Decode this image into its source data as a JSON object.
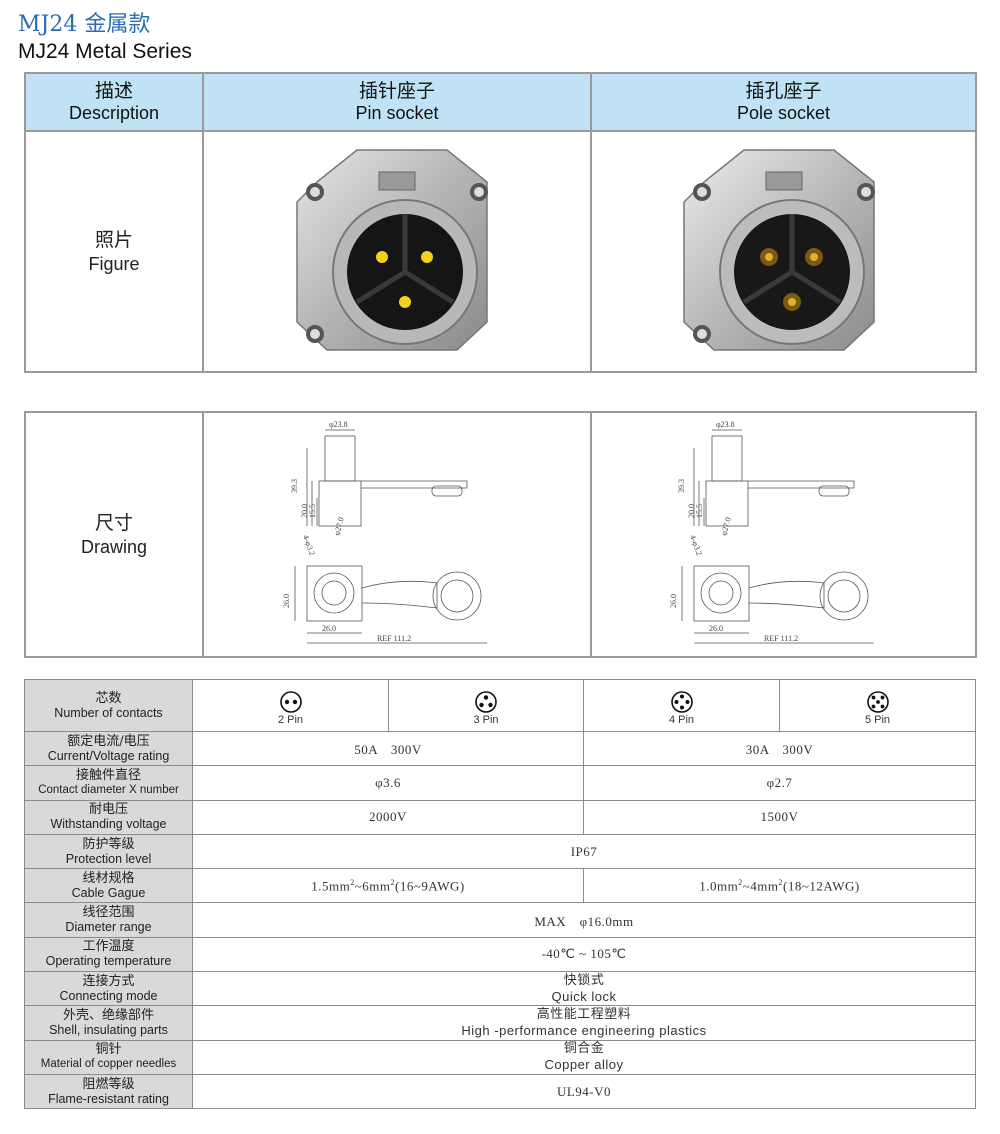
{
  "header": {
    "title_cn": "MJ24 金属款",
    "title_en": "MJ24 Metal Series"
  },
  "overview": {
    "columns": [
      {
        "cn": "描述",
        "en": "Description"
      },
      {
        "cn": "插针座子",
        "en": "Pin socket"
      },
      {
        "cn": "插孔座子",
        "en": "Pole socket"
      }
    ],
    "figure_label": {
      "cn": "照片",
      "en": "Figure"
    },
    "drawing_label": {
      "cn": "尺寸",
      "en": "Drawing"
    },
    "drawing_dims": {
      "pin": {
        "d1": "φ23.8",
        "h1": "39.3",
        "h2": "20.0",
        "h3": "15.5",
        "a1": "4-φ3.2",
        "a2": "φ27.0",
        "w1": "26.0",
        "w2": "26.0",
        "ref": "REF 111.2"
      },
      "pole": {
        "d1": "φ23.8",
        "h1": "39.3",
        "h2": "20.0",
        "h3": "15.5",
        "a1": "4-φ3.2",
        "a2": "φ27.0",
        "w1": "26.0",
        "w2": "26.0",
        "ref": "REF 111.2"
      }
    }
  },
  "specs": {
    "contacts": {
      "cn": "芯数",
      "en": "Number of contacts",
      "options": [
        {
          "pins": 2,
          "label": "2 Pin"
        },
        {
          "pins": 3,
          "label": "3 Pin"
        },
        {
          "pins": 4,
          "label": "4 Pin"
        },
        {
          "pins": 5,
          "label": "5 Pin"
        }
      ]
    },
    "rating": {
      "cn": "额定电流/电压",
      "en": "Current/Voltage rating",
      "left": "50A　300V",
      "right": "30A　300V"
    },
    "contact_diameter": {
      "cn": "接触件直径",
      "en": "Contact diameter X number",
      "left": "φ3.6",
      "right": "φ2.7"
    },
    "withstanding": {
      "cn": "耐电压",
      "en": "Withstanding voltage",
      "left": "2000V",
      "right": "1500V"
    },
    "protection": {
      "cn": "防护等级",
      "en": "Protection level",
      "value": "IP67"
    },
    "cable_gauge": {
      "cn": "线材规格",
      "en": "Cable Gague",
      "left_a": "1.5mm",
      "left_b": "~6mm",
      "left_c": "(16~9AWG)",
      "right_a": "1.0mm",
      "right_b": "~4mm",
      "right_c": "(18~12AWG)",
      "sup": "2"
    },
    "diameter_range": {
      "cn": "线径范围",
      "en": "Diameter range",
      "value": "MAX　φ16.0mm"
    },
    "temperature": {
      "cn": "工作温度",
      "en": "Operating temperature",
      "value": "-40℃ ~ 105℃"
    },
    "connecting": {
      "cn": "连接方式",
      "en": "Connecting mode",
      "value_cn": "快锁式",
      "value_en": "Quick lock"
    },
    "shell": {
      "cn": "外壳、绝缘部件",
      "en": "Shell, insulating parts",
      "value_cn": "高性能工程塑料",
      "value_en": "High -performance engineering plastics"
    },
    "needles": {
      "cn": "铜针",
      "en": "Material of copper needles",
      "value_cn": "铜合金",
      "value_en": "Copper alloy"
    },
    "flame": {
      "cn": "阻燃等级",
      "en": "Flame-resistant rating",
      "value": "UL94-V0"
    }
  }
}
